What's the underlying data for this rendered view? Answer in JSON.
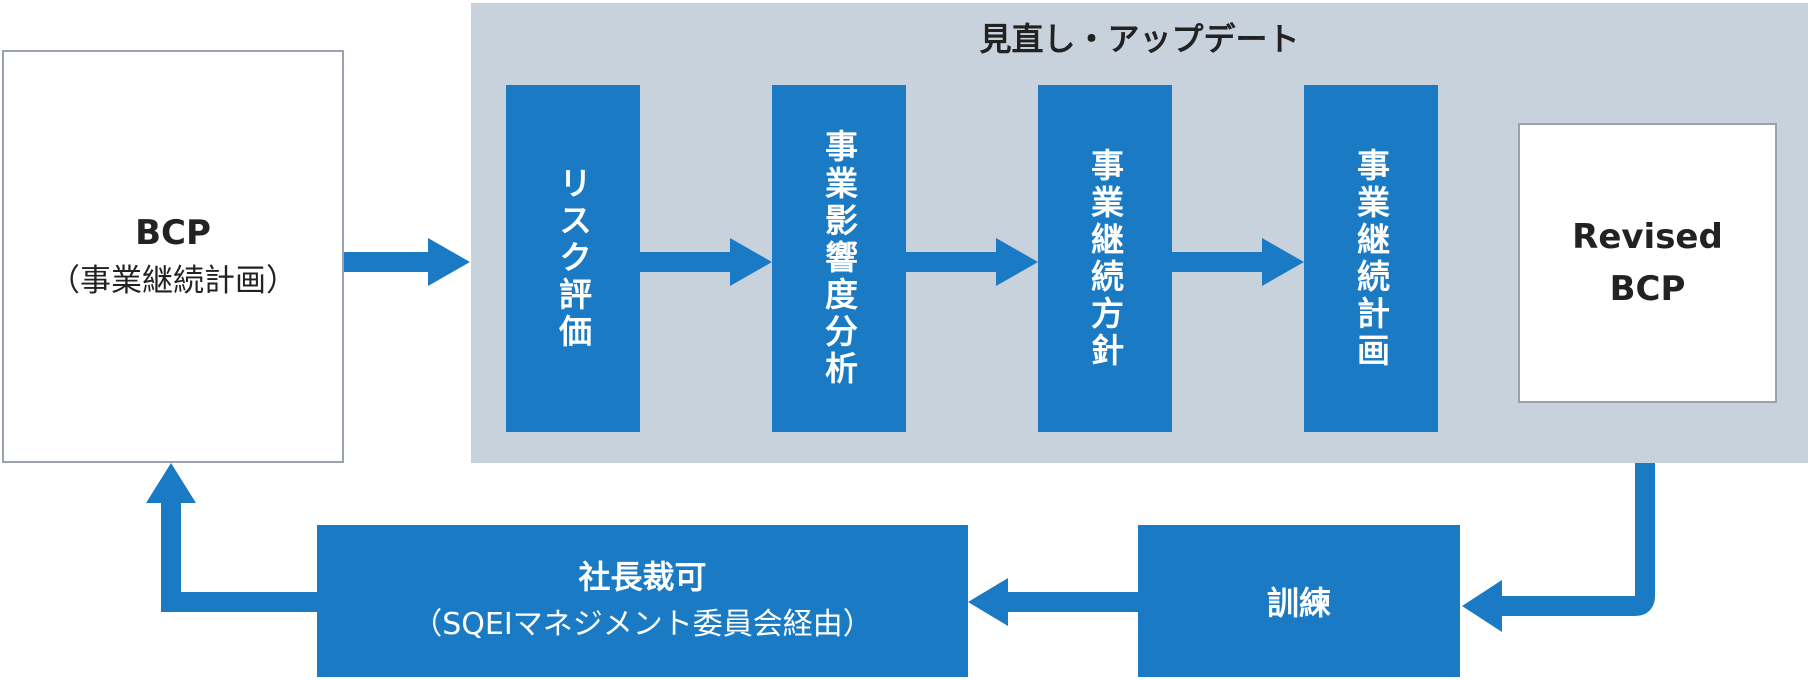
{
  "bcp": {
    "title": "BCP",
    "subtitle": "（事業継続計画）"
  },
  "review": {
    "title": "見直し・アップデート",
    "steps": [
      {
        "label": "リスク評価"
      },
      {
        "label": "事業影響度分析"
      },
      {
        "label": "事業継続方針"
      },
      {
        "label": "事業継続計画"
      }
    ]
  },
  "revised": {
    "line1": "Revised",
    "line2": "BCP"
  },
  "drill": {
    "label": "訓練"
  },
  "approval": {
    "title": "社長裁可",
    "subtitle": "（SQEIマネジメント委員会経由）"
  },
  "colors": {
    "accent": "#1a7ac3",
    "panel": "#c8d2dc",
    "border": "#9aa3ad"
  }
}
